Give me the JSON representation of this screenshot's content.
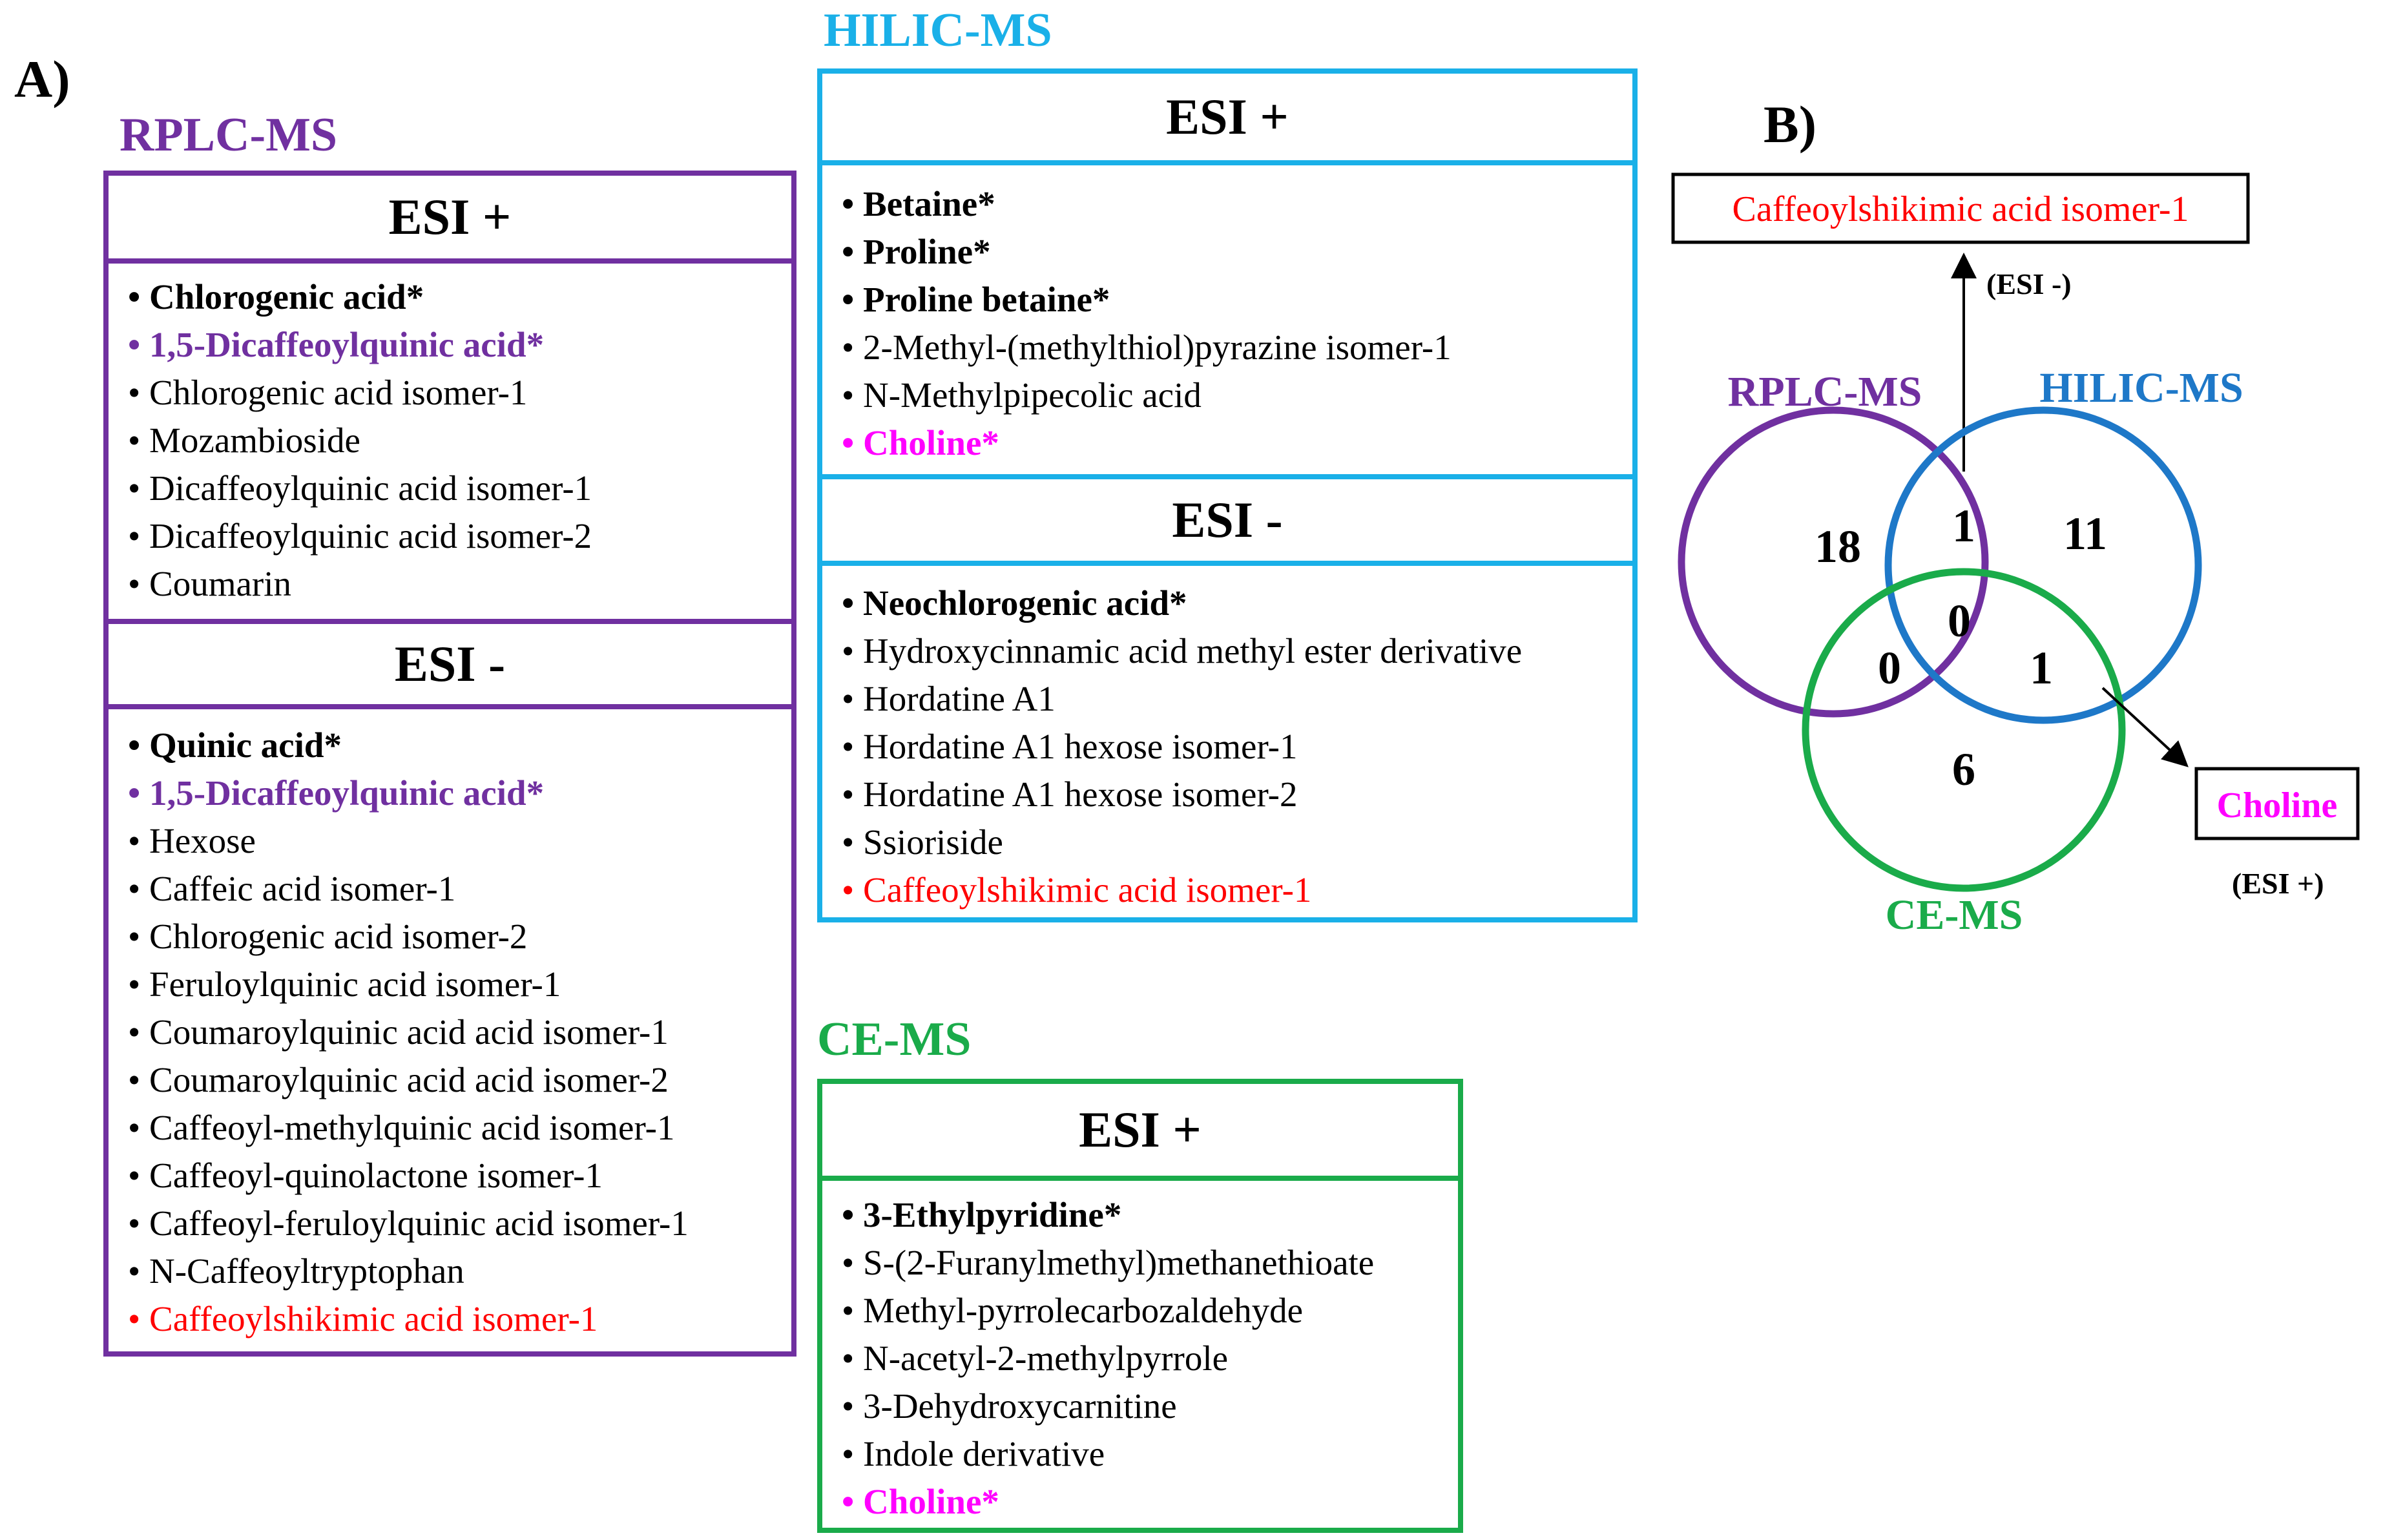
{
  "panel_a_label": "A)",
  "panel_b_label": "B)",
  "colors": {
    "rplc": "#7030a0",
    "hilic": "#1ab0e8",
    "hilic_venn": "#1e78c8",
    "ce": "#1aab4a",
    "red": "#ff0000",
    "magenta": "#ff00ff",
    "text": "#000000"
  },
  "rplc": {
    "title": "RPLC-MS",
    "esi_pos": {
      "header": "ESI +",
      "items": [
        {
          "text": "• Chlorogenic acid*",
          "bold": true,
          "color": "black"
        },
        {
          "text": "• 1,5-Dicaffeoylquinic acid*",
          "bold": true,
          "color": "purple"
        },
        {
          "text": "• Chlorogenic acid isomer-1",
          "bold": false,
          "color": "black"
        },
        {
          "text": "• Mozambioside",
          "bold": false,
          "color": "black"
        },
        {
          "text": "• Dicaffeoylquinic acid isomer-1",
          "bold": false,
          "color": "black"
        },
        {
          "text": "• Dicaffeoylquinic acid isomer-2",
          "bold": false,
          "color": "black"
        },
        {
          "text": "• Coumarin",
          "bold": false,
          "color": "black"
        }
      ]
    },
    "esi_neg": {
      "header": "ESI -",
      "items": [
        {
          "text": "• Quinic acid*",
          "bold": true,
          "color": "black"
        },
        {
          "text": "• 1,5-Dicaffeoylquinic acid*",
          "bold": true,
          "color": "purple"
        },
        {
          "text": "• Hexose",
          "bold": false,
          "color": "black"
        },
        {
          "text": "• Caffeic acid isomer-1",
          "bold": false,
          "color": "black"
        },
        {
          "text": "• Chlorogenic acid isomer-2",
          "bold": false,
          "color": "black"
        },
        {
          "text": "• Feruloylquinic acid isomer-1",
          "bold": false,
          "color": "black"
        },
        {
          "text": "• Coumaroylquinic acid acid isomer-1",
          "bold": false,
          "color": "black"
        },
        {
          "text": "• Coumaroylquinic acid acid isomer-2",
          "bold": false,
          "color": "black"
        },
        {
          "text": "• Caffeoyl-methylquinic acid isomer-1",
          "bold": false,
          "color": "black"
        },
        {
          "text": "• Caffeoyl-quinolactone isomer-1",
          "bold": false,
          "color": "black"
        },
        {
          "text": "• Caffeoyl-feruloylquinic acid isomer-1",
          "bold": false,
          "color": "black"
        },
        {
          "text": "• N-Caffeoyltryptophan",
          "bold": false,
          "color": "black"
        },
        {
          "text": "• Caffeoylshikimic acid isomer-1",
          "bold": false,
          "color": "red"
        }
      ]
    }
  },
  "hilic": {
    "title": "HILIC-MS",
    "esi_pos": {
      "header": "ESI +",
      "items": [
        {
          "text": "• Betaine*",
          "bold": true,
          "color": "black"
        },
        {
          "text": "• Proline*",
          "bold": true,
          "color": "black"
        },
        {
          "text": "• Proline betaine*",
          "bold": true,
          "color": "black"
        },
        {
          "text": "• 2-Methyl-(methylthiol)pyrazine isomer-1",
          "bold": false,
          "color": "black"
        },
        {
          "text": "• N-Methylpipecolic acid",
          "bold": false,
          "color": "black"
        },
        {
          "text": "• Choline*",
          "bold": true,
          "color": "magenta"
        }
      ]
    },
    "esi_neg": {
      "header": "ESI -",
      "items": [
        {
          "text": "• Neochlorogenic acid*",
          "bold": true,
          "color": "black"
        },
        {
          "text": "• Hydroxycinnamic acid methyl ester derivative",
          "bold": false,
          "color": "black"
        },
        {
          "text": "• Hordatine A1",
          "bold": false,
          "color": "black"
        },
        {
          "text": "• Hordatine A1 hexose isomer-1",
          "bold": false,
          "color": "black"
        },
        {
          "text": "• Hordatine A1 hexose isomer-2",
          "bold": false,
          "color": "black"
        },
        {
          "text": "• Ssioriside",
          "bold": false,
          "color": "black"
        },
        {
          "text": "• Caffeoylshikimic acid isomer-1",
          "bold": false,
          "color": "red"
        }
      ]
    }
  },
  "ce": {
    "title": "CE-MS",
    "esi_pos": {
      "header": "ESI +",
      "items": [
        {
          "text": "• 3-Ethylpyridine*",
          "bold": true,
          "color": "black"
        },
        {
          "text": "• S-(2-Furanylmethyl)methanethioate",
          "bold": false,
          "color": "black"
        },
        {
          "text": "• Methyl-pyrrolecarbozaldehyde",
          "bold": false,
          "color": "black"
        },
        {
          "text": "• N-acetyl-2-methylpyrrole",
          "bold": false,
          "color": "black"
        },
        {
          "text": "• 3-Dehydroxycarnitine",
          "bold": false,
          "color": "black"
        },
        {
          "text": "• Indole derivative",
          "bold": false,
          "color": "black"
        },
        {
          "text": "• Choline*",
          "bold": true,
          "color": "magenta"
        }
      ]
    }
  },
  "venn": {
    "labels": {
      "rplc": "RPLC-MS",
      "hilic": "HILIC-MS",
      "ce": "CE-MS"
    },
    "counts": {
      "rplc_only": "18",
      "hilic_only": "11",
      "ce_only": "6",
      "rplc_hilic": "1",
      "rplc_ce": "0",
      "hilic_ce": "1",
      "all_three": "0"
    },
    "callout_top": {
      "text": "Caffeoylshikimic acid isomer-1",
      "mode": "(ESI -)"
    },
    "callout_right": {
      "text": "Choline",
      "mode": "(ESI +)"
    }
  }
}
